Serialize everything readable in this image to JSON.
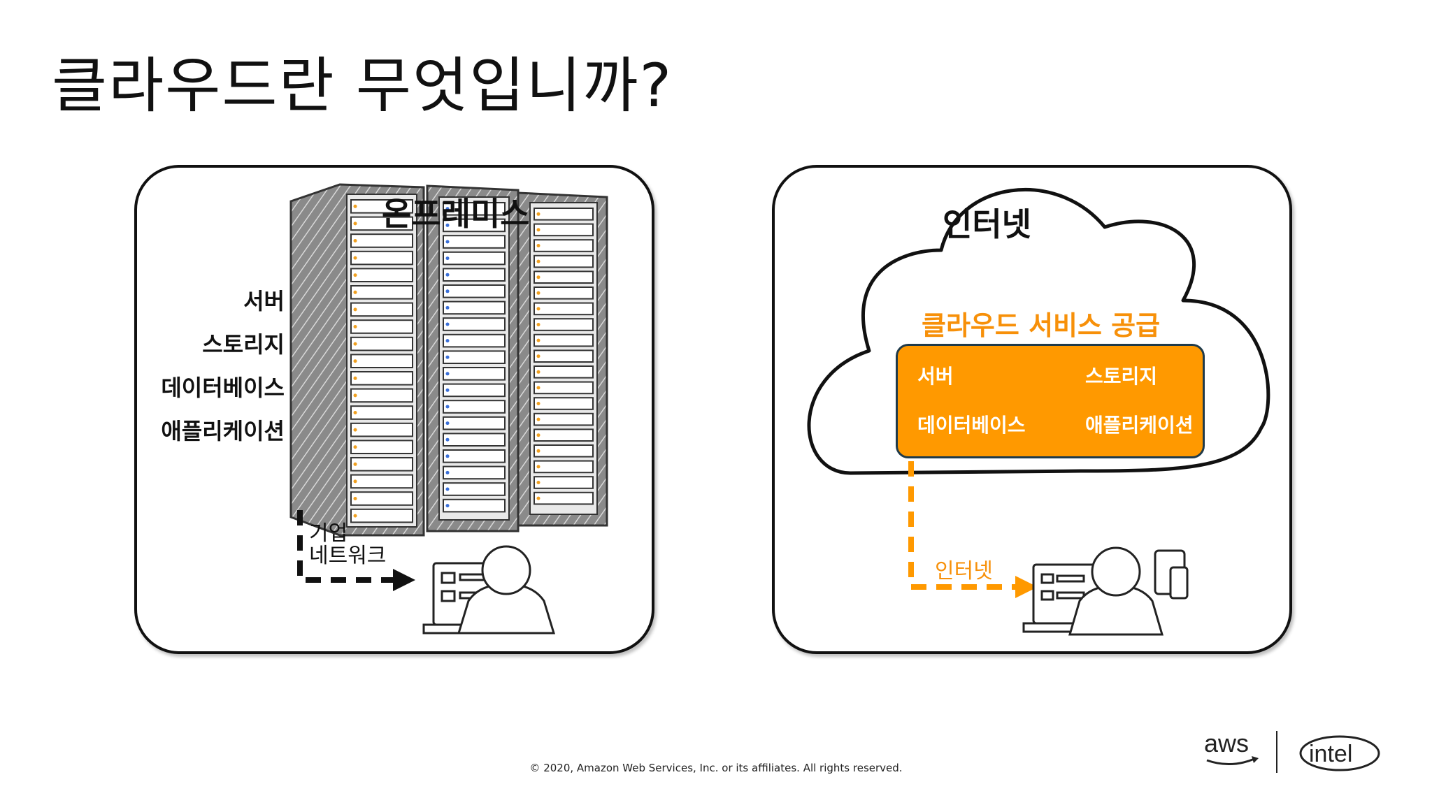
{
  "title": "클라우드란 무엇입니까?",
  "on_premises": {
    "title": "온프레미스",
    "resources": [
      "서버",
      "스토리지",
      "데이터베이스",
      "애플리케이션"
    ],
    "network_label_line1": "기업",
    "network_label_line2": "네트워크"
  },
  "cloud": {
    "title": "인터넷",
    "service_label": "클라우드 서비스 공급",
    "services": [
      "서버",
      "스토리지",
      "데이터베이스",
      "애플리케이션"
    ],
    "network_label": "인터넷"
  },
  "colors": {
    "accent_orange": "#ff9900",
    "text_orange": "#f79009",
    "outline": "#111111"
  },
  "footer": "© 2020, Amazon Web Services, Inc. or its affiliates. All rights reserved.",
  "logos": {
    "aws": "aws",
    "intel": "intel"
  }
}
